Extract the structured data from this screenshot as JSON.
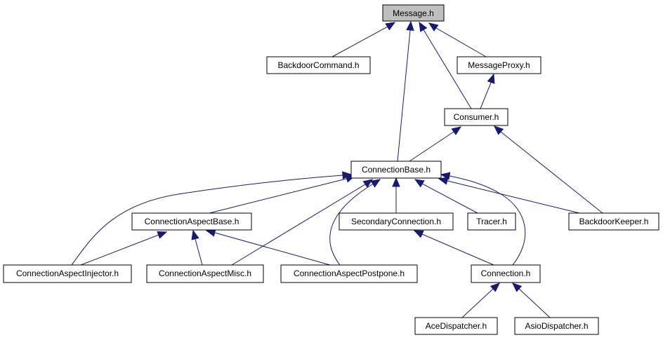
{
  "diagram": {
    "nodes": {
      "message": "Message.h",
      "backdoor_command": "BackdoorCommand.h",
      "message_proxy": "MessageProxy.h",
      "consumer": "Consumer.h",
      "connection_base": "ConnectionBase.h",
      "connection_aspect_base": "ConnectionAspectBase.h",
      "secondary_connection": "SecondaryConnection.h",
      "tracer": "Tracer.h",
      "backdoor_keeper": "BackdoorKeeper.h",
      "connection_aspect_injector": "ConnectionAspectInjector.h",
      "connection_aspect_misc": "ConnectionAspectMisc.h",
      "connection_aspect_postpone": "ConnectionAspectPostpone.h",
      "connection": "Connection.h",
      "ace_dispatcher": "AceDispatcher.h",
      "asio_dispatcher": "AsioDispatcher.h"
    },
    "root_node": "message",
    "colors": {
      "edge": "#191970",
      "root_fill": "#bfbfbf",
      "node_fill": "#ffffff",
      "node_border": "#000000"
    },
    "edges": [
      {
        "from": "backdoor_command",
        "to": "message"
      },
      {
        "from": "message_proxy",
        "to": "message"
      },
      {
        "from": "connection_base",
        "to": "message"
      },
      {
        "from": "consumer",
        "to": "message"
      },
      {
        "from": "consumer",
        "to": "message_proxy"
      },
      {
        "from": "connection_base",
        "to": "consumer"
      },
      {
        "from": "backdoor_keeper",
        "to": "consumer"
      },
      {
        "from": "connection_aspect_base",
        "to": "connection_base"
      },
      {
        "from": "secondary_connection",
        "to": "connection_base"
      },
      {
        "from": "tracer",
        "to": "connection_base"
      },
      {
        "from": "backdoor_keeper",
        "to": "connection_base"
      },
      {
        "from": "connection_aspect_injector",
        "to": "connection_base"
      },
      {
        "from": "connection_aspect_misc",
        "to": "connection_base"
      },
      {
        "from": "connection_aspect_postpone",
        "to": "connection_base"
      },
      {
        "from": "connection",
        "to": "connection_base"
      },
      {
        "from": "connection_aspect_injector",
        "to": "connection_aspect_base"
      },
      {
        "from": "connection_aspect_misc",
        "to": "connection_aspect_base"
      },
      {
        "from": "connection_aspect_postpone",
        "to": "connection_aspect_base"
      },
      {
        "from": "connection",
        "to": "secondary_connection"
      },
      {
        "from": "ace_dispatcher",
        "to": "connection"
      },
      {
        "from": "asio_dispatcher",
        "to": "connection"
      }
    ]
  }
}
